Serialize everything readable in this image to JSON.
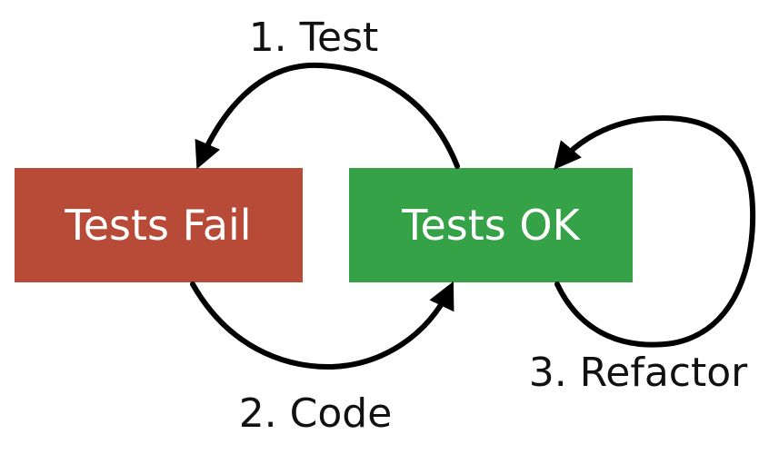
{
  "nodes": {
    "fail": {
      "label": "Tests Fail",
      "color": "#b84a38"
    },
    "ok": {
      "label": "Tests OK",
      "color": "#36a247"
    }
  },
  "steps": {
    "test": "1. Test",
    "code": "2. Code",
    "refactor": "3. Refactor"
  }
}
